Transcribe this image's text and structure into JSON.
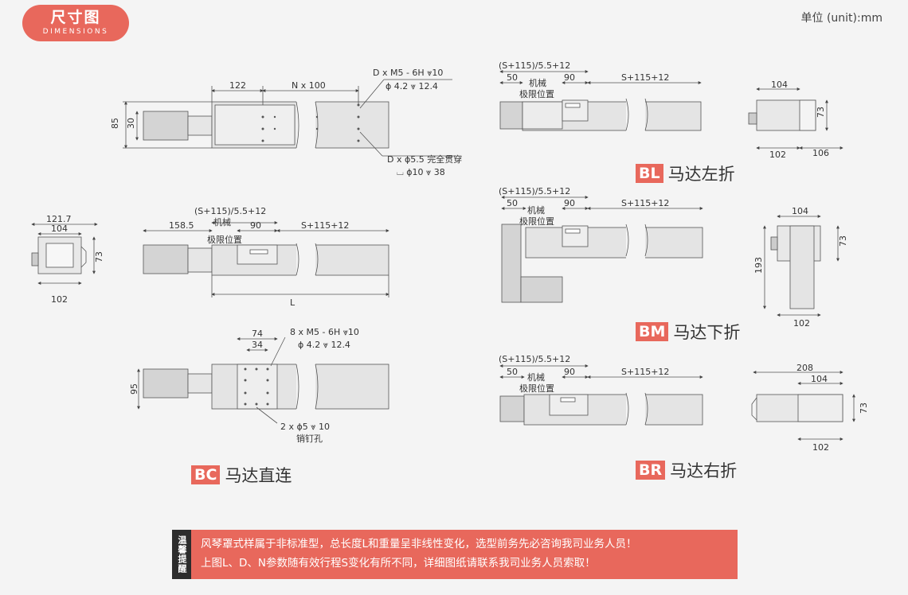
{
  "header": {
    "badge_title": "尺寸图",
    "badge_sub": "DIMENSIONS",
    "unit": "单位 (unit):mm"
  },
  "labels": {
    "bc": {
      "code": "BC",
      "text": "马达直连"
    },
    "bl": {
      "code": "BL",
      "text": "马达左折"
    },
    "bm": {
      "code": "BM",
      "text": "马达下折"
    },
    "br": {
      "code": "BR",
      "text": "马达右折"
    }
  },
  "top": {
    "d122": "122",
    "n100": "N x 100",
    "d85": "85",
    "d30": "30",
    "callout1a": "D x  M5 - 6H ⩔10",
    "callout1b": "ϕ  4.2  ⩔ 12.4",
    "callout2a": "D x ϕ5.5 完全贯穿",
    "callout2b": "⌴ ϕ10 ⩔ 38"
  },
  "end": {
    "w1217": "121.7",
    "w104": "104",
    "h73": "73",
    "w102": "102"
  },
  "side": {
    "s115": "(S+115)/5.5+12",
    "mech1": "机械",
    "mech2": "极限位置",
    "d1585": "158.5",
    "d90": "90",
    "s115b": "S+115+12",
    "L": "L"
  },
  "bottom": {
    "d74": "74",
    "d34": "34",
    "d95": "95",
    "c1": "8 x  M5 - 6H ⩔10",
    "c2": "ϕ  4.2  ⩔ 12.4",
    "pin": "2 x  ϕ5  ⩔ 10",
    "pin_label": "销钉孔"
  },
  "bl": {
    "s": "(S+115)/5.5+12",
    "d50": "50",
    "d90": "90",
    "sb": "S+115+12",
    "m1": "机械",
    "m2": "极限位置",
    "w104": "104",
    "h73": "73",
    "w102": "102",
    "w106": "106"
  },
  "bm": {
    "s": "(S+115)/5.5+12",
    "d50": "50",
    "d90": "90",
    "sb": "S+115+12",
    "m1": "机械",
    "m2": "极限位置",
    "w104": "104",
    "h73": "73",
    "h193": "193",
    "w102": "102"
  },
  "br": {
    "s": "(S+115)/5.5+12",
    "d50": "50",
    "d90": "90",
    "sb": "S+115+12",
    "m1": "机械",
    "m2": "极限位置",
    "w208": "208",
    "w104": "104",
    "h73": "73",
    "w102": "102"
  },
  "note": {
    "side": "温馨提醒",
    "line1": "风琴罩式样属于非标准型，总长度L和重量呈非线性变化，选型前务先必咨询我司业务人员！",
    "line2": "上图L、D、N参数随有效行程S变化有所不同，详细图纸请联系我司业务人员索取！"
  }
}
